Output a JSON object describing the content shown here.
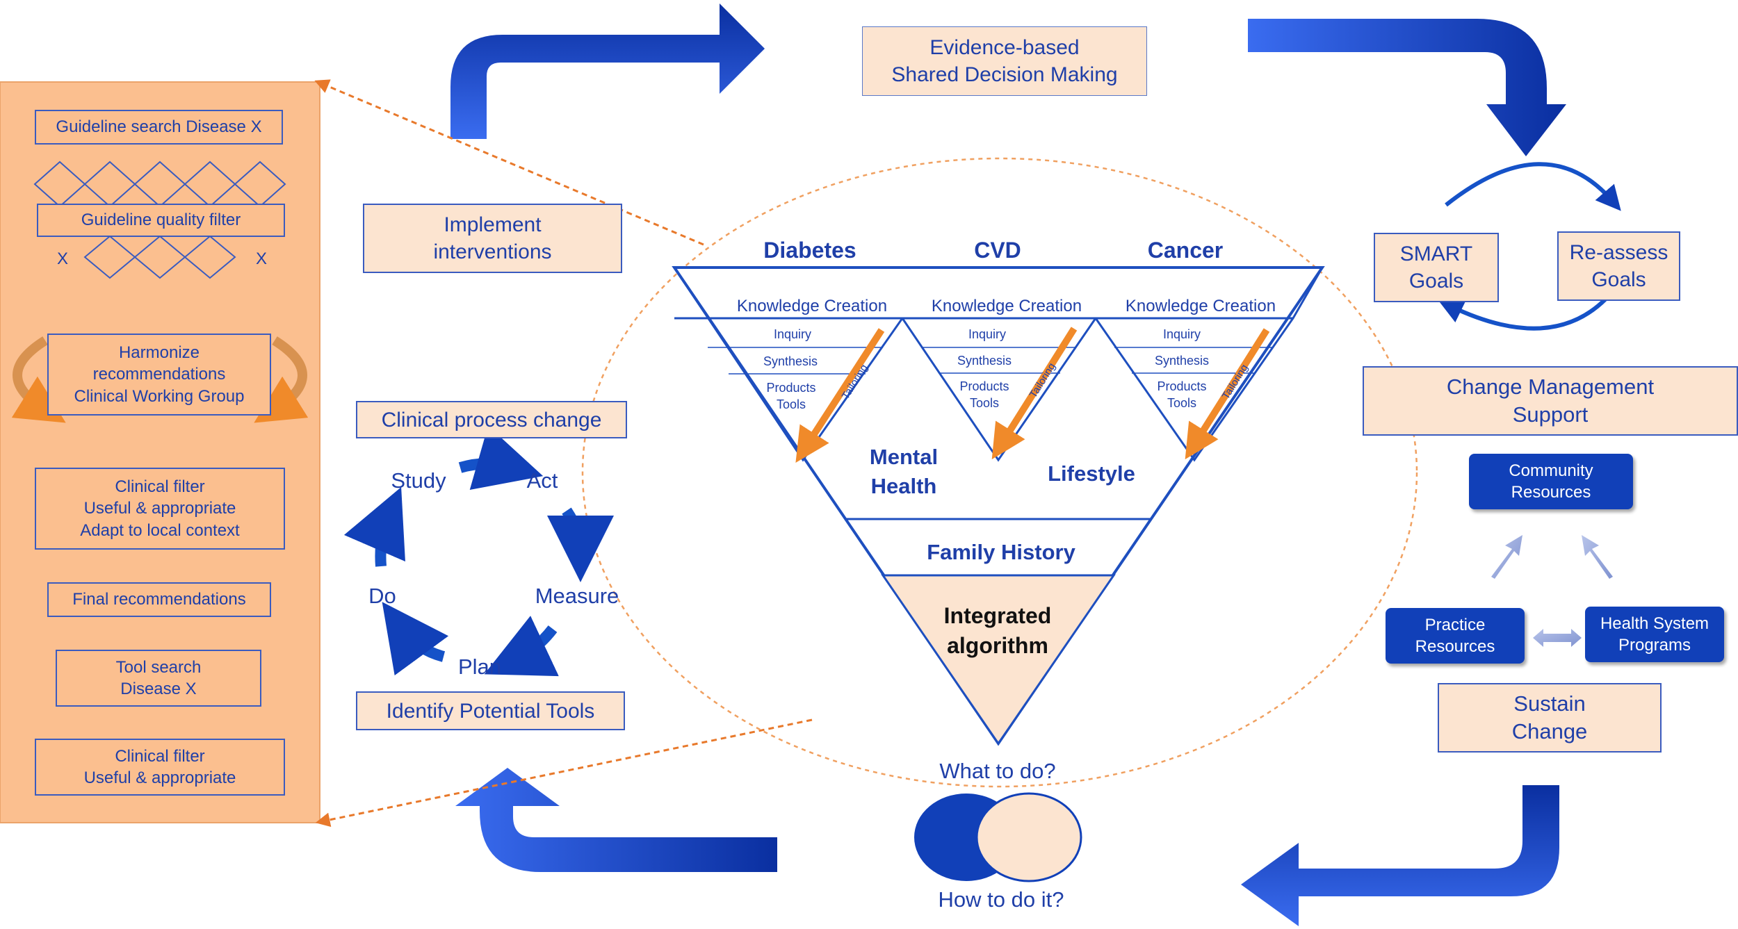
{
  "top_center_box": {
    "line1": "Evidence-based",
    "line2": "Shared Decision Making"
  },
  "left_panel": {
    "guideline_search": "Guideline search Disease X",
    "quality_filter": "Guideline quality filter",
    "x_left": "X",
    "x_right": "X",
    "harmonize": {
      "line1": "Harmonize",
      "line2": "recommendations",
      "line3": "Clinical Working Group"
    },
    "clinical_filter_1": {
      "line1": "Clinical filter",
      "line2": "Useful & appropriate",
      "line3": "Adapt to local context"
    },
    "final_recommendations": "Final recommendations",
    "tool_search": {
      "line1": "Tool search",
      "line2": "Disease X"
    },
    "clinical_filter_2": {
      "line1": "Clinical filter",
      "line2": "Useful & appropriate"
    }
  },
  "implement_box": {
    "line1": "Implement",
    "line2": "interventions"
  },
  "pdsa": {
    "title": "Clinical process change",
    "study": "Study",
    "act": "Act",
    "measure": "Measure",
    "plan": "Plan",
    "do": "Do",
    "bottom": "Identify Potential Tools"
  },
  "triangle": {
    "headers": [
      "Diabetes",
      "CVD",
      "Cancer"
    ],
    "knowledge_creation": "Knowledge Creation",
    "inquiry": "Inquiry",
    "synthesis": "Synthesis",
    "products": "Products",
    "tools": "Tools",
    "tailoring": "Tailoring",
    "mental_health": {
      "line1": "Mental",
      "line2": "Health"
    },
    "lifestyle": "Lifestyle",
    "family_history": "Family History",
    "integrated": {
      "line1": "Integrated",
      "line2": "algorithm"
    }
  },
  "venn": {
    "top": "What to do?",
    "bottom": "How to do it?"
  },
  "right_panel": {
    "smart": {
      "line1": "SMART",
      "line2": "Goals"
    },
    "reassess": {
      "line1": "Re-assess",
      "line2": "Goals"
    },
    "change_mgmt": {
      "line1": "Change Management",
      "line2": "Support"
    },
    "community": {
      "line1": "Community",
      "line2": "Resources"
    },
    "practice": {
      "line1": "Practice",
      "line2": "Resources"
    },
    "health_system": {
      "line1": "Health System",
      "line2": "Programs"
    },
    "sustain": {
      "line1": "Sustain",
      "line2": "Change"
    }
  },
  "colors": {
    "blue": "#1140b8",
    "peach": "#fce4d0",
    "orange_panel": "#fbbf8f",
    "orange_line": "#e8792b"
  }
}
